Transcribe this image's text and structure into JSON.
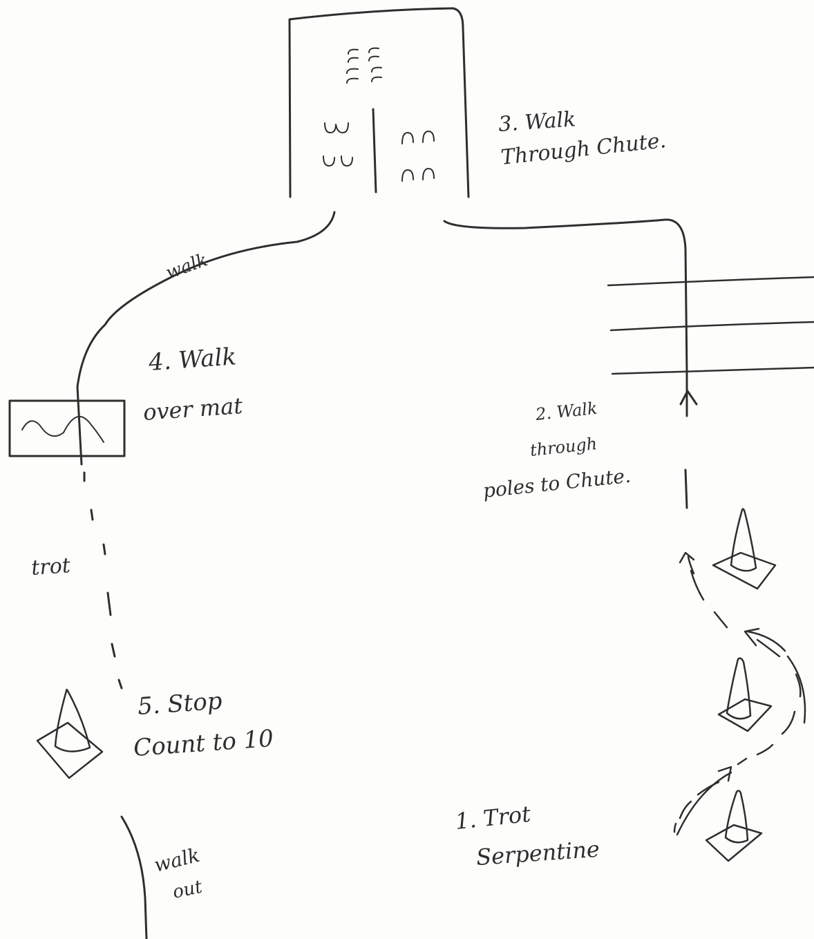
{
  "colors": {
    "ink": "#2e2e2e",
    "paper": "#fdfdfb"
  },
  "labels": {
    "step1": [
      "1. Trot",
      "Serpentine"
    ],
    "step2": [
      "2. Walk",
      "through",
      "poles to Chute."
    ],
    "step3": [
      "3. Walk",
      "Through Chute."
    ],
    "step4": [
      "4. Walk",
      "over mat"
    ],
    "step5": [
      "5. Stop",
      "Count to 10"
    ],
    "path_walk_top": "walk",
    "path_trot": "trot",
    "walk_out": [
      "walk",
      "out"
    ]
  }
}
